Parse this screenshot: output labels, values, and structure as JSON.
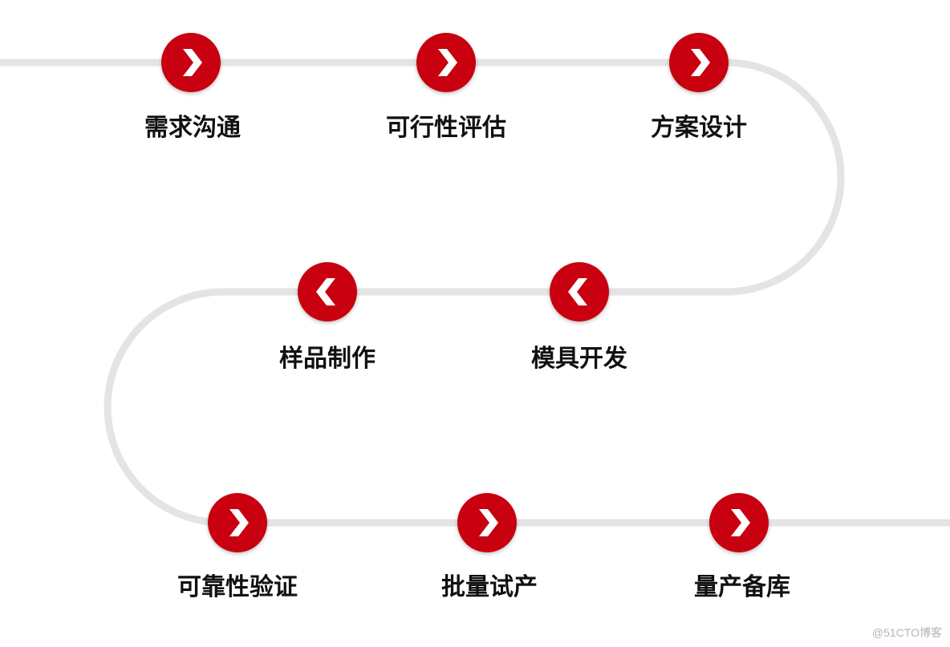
{
  "colors": {
    "node": "#c8000f",
    "track": "#e4e4e4",
    "label": "#111111",
    "arrow": "#ffffff"
  },
  "steps": [
    {
      "label": "需求沟通",
      "direction": "right"
    },
    {
      "label": "可行性评估",
      "direction": "right"
    },
    {
      "label": "方案设计",
      "direction": "right"
    },
    {
      "label": "模具开发",
      "direction": "left"
    },
    {
      "label": "样品制作",
      "direction": "left"
    },
    {
      "label": "可靠性验证",
      "direction": "right"
    },
    {
      "label": "批量试产",
      "direction": "right"
    },
    {
      "label": "量产备库",
      "direction": "right"
    }
  ],
  "watermark": "@51CTO博客"
}
